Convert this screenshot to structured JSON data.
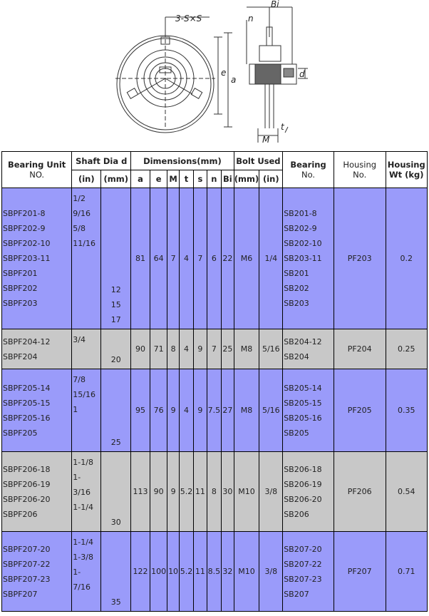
{
  "drawing": {
    "front_label": "3-S×S",
    "label_e": "e",
    "label_a": "a",
    "label_n": "n",
    "label_bi": "Bi",
    "label_d": "d",
    "label_t": "t",
    "label_m": "M"
  },
  "headers": {
    "bearing_unit": [
      "Bearing Unit",
      "NO."
    ],
    "shaft_dia": "Shaft Dia d",
    "dimensions": "Dimensions(mm)",
    "bolt_used": "Bolt Used",
    "bearing_no": [
      "Bearing",
      "No."
    ],
    "housing_no": [
      "Housing",
      "No."
    ],
    "housing_wt": [
      "Housing",
      "Wt (kg)"
    ],
    "sub": [
      "(in)",
      "(mm)",
      "a",
      "e",
      "M",
      "t",
      "s",
      "n",
      "Bi",
      "(mm)",
      "(in)"
    ]
  },
  "rows": [
    {
      "style": "blue",
      "units": [
        "SBPF201-8",
        "SBPF202-9",
        "SBPF202-10",
        "SBPF203-11",
        "SBPF201",
        "SBPF202",
        "SBPF203"
      ],
      "shaft_in": [
        "1/2",
        "9/16",
        "5/8",
        "11/16"
      ],
      "shaft_mm": [
        "12",
        "15",
        "17"
      ],
      "a": "81",
      "e": "64",
      "M": "7",
      "t": "4",
      "s": "7",
      "n": "6",
      "Bi": "22",
      "bolt_mm": "M6",
      "bolt_in": "1/4",
      "bearings": [
        "SB201-8",
        "SB202-9",
        "SB202-10",
        "SB203-11",
        "SB201",
        "SB202",
        "SB203"
      ],
      "housing": "PF203",
      "wt": "0.2"
    },
    {
      "style": "gray",
      "units": [
        "SBPF204-12",
        "SBPF204"
      ],
      "shaft_in": [
        "3/4"
      ],
      "shaft_mm": [
        "20"
      ],
      "a": "90",
      "e": "71",
      "M": "8",
      "t": "4",
      "s": "9",
      "n": "7",
      "Bi": "25",
      "bolt_mm": "M8",
      "bolt_in": "5/16",
      "bearings": [
        "SB204-12",
        "SB204"
      ],
      "housing": "PF204",
      "wt": "0.25"
    },
    {
      "style": "blue",
      "units": [
        "SBPF205-14",
        "SBPF205-15",
        "SBPF205-16",
        "SBPF205"
      ],
      "shaft_in": [
        "7/8",
        "15/16",
        "1"
      ],
      "shaft_mm": [
        "25"
      ],
      "a": "95",
      "e": "76",
      "M": "9",
      "t": "4",
      "s": "9",
      "n": "7.5",
      "Bi": "27",
      "bolt_mm": "M8",
      "bolt_in": "5/16",
      "bearings": [
        "SB205-14",
        "SB205-15",
        "SB205-16",
        "SB205"
      ],
      "housing": "PF205",
      "wt": "0.35"
    },
    {
      "style": "gray",
      "units": [
        "SBPF206-18",
        "SBPF206-19",
        "SBPF206-20",
        "SBPF206"
      ],
      "shaft_in": [
        "1-1/8",
        "1-",
        "3/16",
        "1-1/4"
      ],
      "shaft_mm": [
        "30"
      ],
      "a": "113",
      "e": "90",
      "M": "9",
      "t": "5.2",
      "s": "11",
      "n": "8",
      "Bi": "30",
      "bolt_mm": "M10",
      "bolt_in": "3/8",
      "bearings": [
        "SB206-18",
        "SB206-19",
        "SB206-20",
        "SB206"
      ],
      "housing": "PF206",
      "wt": "0.54"
    },
    {
      "style": "blue",
      "units": [
        "SBPF207-20",
        "SBPF207-22",
        "SBPF207-23",
        "SBPF207"
      ],
      "shaft_in": [
        "1-1/4",
        "1-3/8",
        "1-",
        "7/16"
      ],
      "shaft_mm": [
        "35"
      ],
      "a": "122",
      "e": "100",
      "M": "10",
      "t": "5.2",
      "s": "11",
      "n": "8.5",
      "Bi": "32",
      "bolt_mm": "M10",
      "bolt_in": "3/8",
      "bearings": [
        "SB207-20",
        "SB207-22",
        "SB207-23",
        "SB207"
      ],
      "housing": "PF207",
      "wt": "0.71"
    }
  ]
}
